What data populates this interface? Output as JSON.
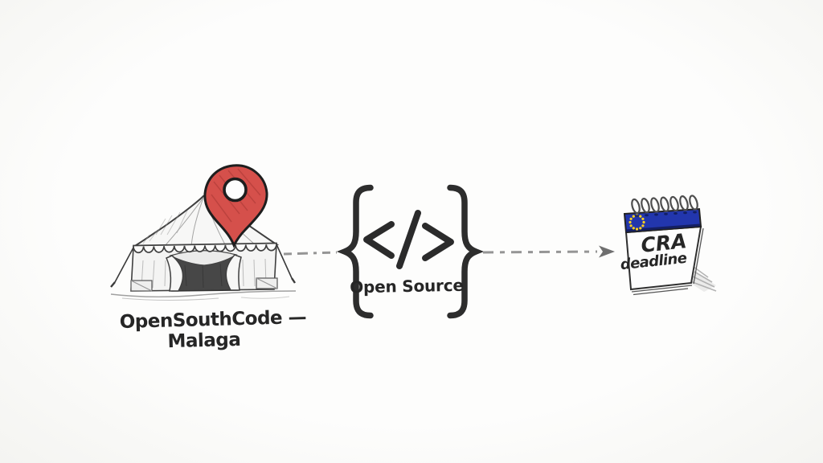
{
  "colors": {
    "background": "#fbfbf9",
    "ink": "#2d2d2d",
    "pin_red": "#d5504b",
    "pin_hatch": "#a83835",
    "calendar_blue": "#2236ad",
    "calendar_blue_dark": "#141f63",
    "star_yellow": "#ffd21e",
    "connector_gray": "#8a8a8a",
    "arrowhead_gray": "#6f6f6f",
    "tent_interior": "#474747"
  },
  "venue": {
    "label_line1": "OpenSouthCode —",
    "label_line2": "Malaga"
  },
  "open_source": {
    "label": "Open Source",
    "left_brace_glyph": "{",
    "right_brace_glyph": "}",
    "code_glyph": "</>"
  },
  "calendar": {
    "label_line1": "CRA",
    "label_line2": "deadline"
  },
  "icons": {
    "tent": "circus-tent-icon",
    "pin": "location-pin-icon",
    "code": "code-tag-icon",
    "braces": "curly-braces-icon",
    "calendar": "spiral-calendar-icon",
    "stars": "eu-stars-icon",
    "arrow": "dashed-arrow-icon"
  }
}
